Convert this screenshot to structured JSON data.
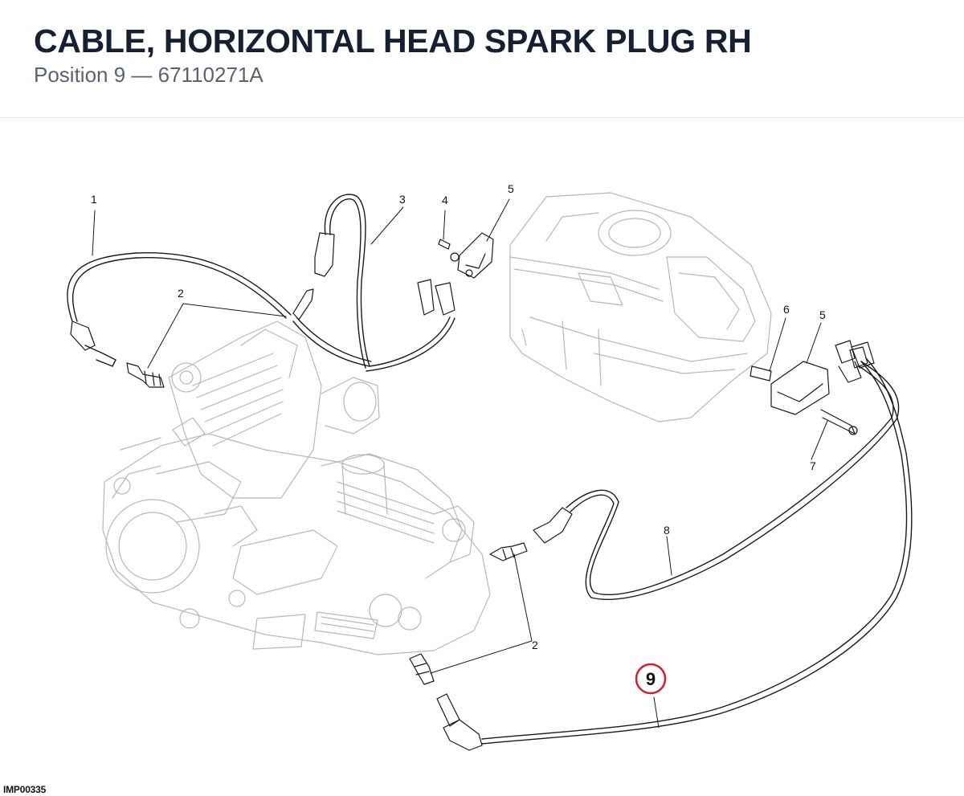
{
  "header": {
    "title": "CABLE, HORIZONTAL HEAD SPARK PLUG RH",
    "subtitle": "Position 9 — 67110271A"
  },
  "diagram": {
    "callouts": [
      "1",
      "2",
      "3",
      "4",
      "5",
      "5",
      "6",
      "7",
      "8",
      "2"
    ],
    "highlight": {
      "label": "9",
      "color": "#d0202a"
    }
  },
  "footer": {
    "code": "IMP00335"
  }
}
